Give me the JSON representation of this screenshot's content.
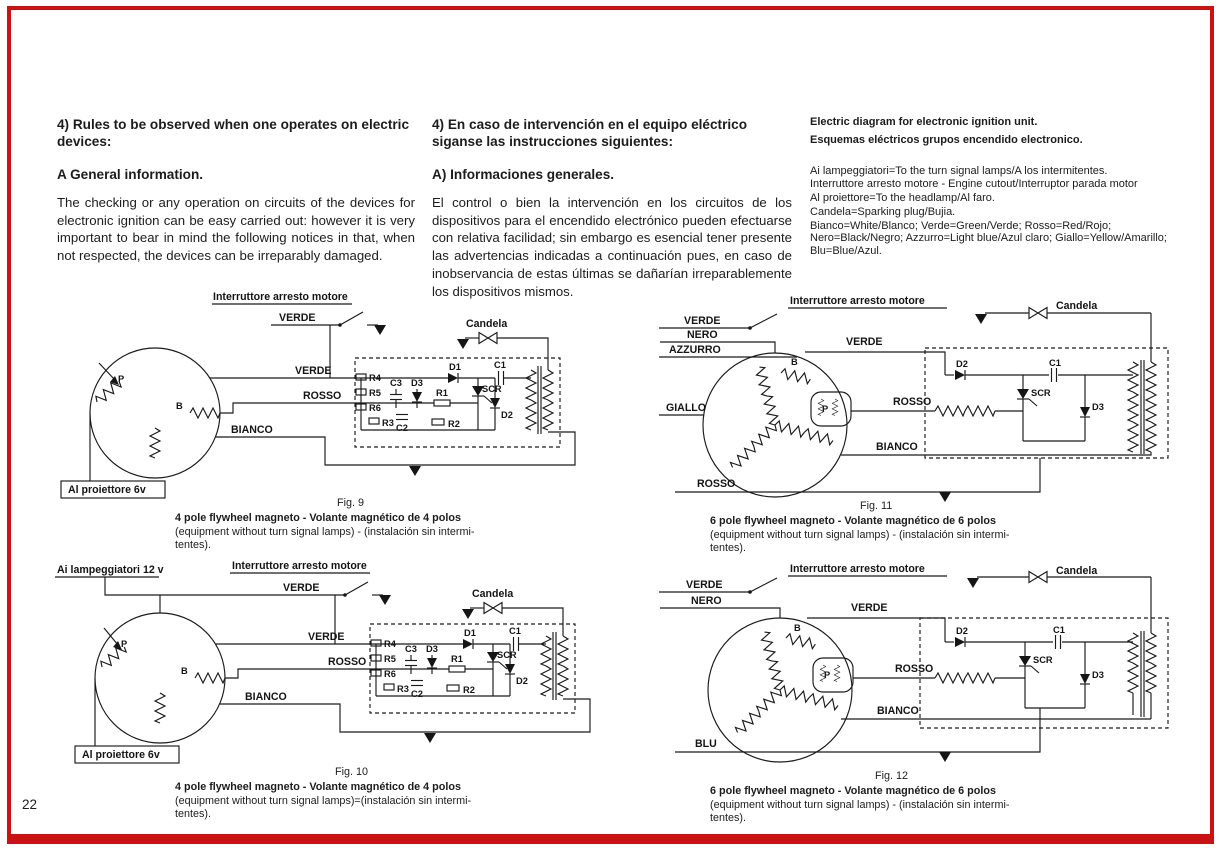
{
  "page": {
    "number": "22"
  },
  "header": {
    "en": {
      "heading": "4) Rules to be observed when one operates on electric devices:",
      "subheading": "A General information.",
      "body": "The checking or any operation on circuits of the devices for electronic ignition can be easy carried out: however it is very important to bear in mind the following notices in that, when not respected, the devices can be irreparably damaged."
    },
    "es": {
      "heading": "4) En caso de intervención en el equipo eléctrico siganse las instrucciones siguientes:",
      "subheading": "A) Informaciones generales.",
      "body": "El control o bien la intervención en los circuitos de los dispositivos para el encendido electrónico pueden efectuarse con relativa facilidad; sin embargo es esencial tener presente las advertencias indicadas a continuación pues, en caso de inobservancia de estas últimas se dañarían irreparablemente los dispositivos mismos."
    },
    "legend": {
      "title_en": "Electric diagram for electronic ignition unit.",
      "title_es": "Esquemas eléctricos grupos encendido electronico.",
      "lines": [
        "Ai lampeggiatori=To the turn signal lamps/A los intermitentes.",
        "Interruttore arresto motore - Engine cutout/Interruptor parada motor",
        "Al proiettore=To the headlamp/Al faro.",
        "Candela=Sparking plug/Bujia.",
        "Bianco=White/Blanco; Verde=Green/Verde; Rosso=Red/Rojo; Nero=Black/Negro; Azzurro=Light blue/Azul claro; Giallo=Yellow/Amarillo; Blu=Blue/Azul."
      ]
    }
  },
  "fig9": {
    "caption": {
      "fig": "Fig. 9",
      "title": "4 pole flywheel magneto - Volante magnético de 4 polos",
      "sub1": "(equipment without turn signal lamps) - (instalación sin intermi-",
      "sub2": "tentes)."
    },
    "labels": {
      "interruttore": "Interruttore arresto motore",
      "verde_top": "VERDE",
      "candela": "Candela",
      "verde": "VERDE",
      "rosso": "ROSSO",
      "bianco": "BIANCO",
      "proiettore": "Al proiettore 6v",
      "p": "P",
      "b": "B",
      "r4": "R4",
      "r5": "R5",
      "r6": "R6",
      "r3": "R3",
      "c3": "C3",
      "d3": "D3",
      "c2": "C2",
      "r1": "R1",
      "r2": "R2",
      "d1": "D1",
      "c1": "C1",
      "scr": "SCR",
      "d2": "D2"
    }
  },
  "fig10": {
    "caption": {
      "fig": "Fig. 10",
      "title": "4 pole flywheel magneto - Volante magnético de 4 polos",
      "sub1": "(equipment without turn signal lamps)=(instalación sin intermi-",
      "sub2": "tentes)."
    },
    "labels": {
      "lampeggiatori": "Ai lampeggiatori 12 v",
      "interruttore": "Interruttore arresto motore",
      "verde_top": "VERDE",
      "candela": "Candela",
      "verde": "VERDE",
      "rosso": "ROSSO",
      "bianco": "BIANCO",
      "proiettore": "Al proiettore 6v",
      "p": "P",
      "b": "B",
      "r4": "R4",
      "r5": "R5",
      "r6": "R6",
      "r3": "R3",
      "c3": "C3",
      "d3": "D3",
      "c2": "C2",
      "r1": "R1",
      "r2": "R2",
      "d1": "D1",
      "c1": "C1",
      "scr": "SCR",
      "d2": "D2"
    }
  },
  "fig11": {
    "caption": {
      "fig": "Fig. 11",
      "title": "6 pole flywheel magneto - Volante magnético de 6 polos",
      "sub1": "(equipment without turn signal lamps) - (instalación sin intermi-",
      "sub2": "tentes)."
    },
    "labels": {
      "interruttore": "Interruttore arresto motore",
      "candela": "Candela",
      "verde_left": "VERDE",
      "nero": "NERO",
      "azzurro": "AZZURRO",
      "giallo": "GIALLO",
      "rosso_low": "ROSSO",
      "verde": "VERDE",
      "rosso": "ROSSO",
      "bianco": "BIANCO",
      "b": "B",
      "p": "P",
      "d2": "D2",
      "c1": "C1",
      "scr": "SCR",
      "d3": "D3"
    }
  },
  "fig12": {
    "caption": {
      "fig": "Fig. 12",
      "title": "6 pole flywheel magneto - Volante magnético de 6 polos",
      "sub1": "(equipment without turn signal lamps) - (instalación sin intermi-",
      "sub2": "tentes)."
    },
    "labels": {
      "interruttore": "Interruttore arresto motore",
      "candela": "Candela",
      "verde_left": "VERDE",
      "nero": "NERO",
      "blu": "BLU",
      "verde": "VERDE",
      "rosso": "ROSSO",
      "bianco": "BIANCO",
      "b": "B",
      "p": "P",
      "d2": "D2",
      "c1": "C1",
      "scr": "SCR",
      "d3": "D3"
    }
  }
}
